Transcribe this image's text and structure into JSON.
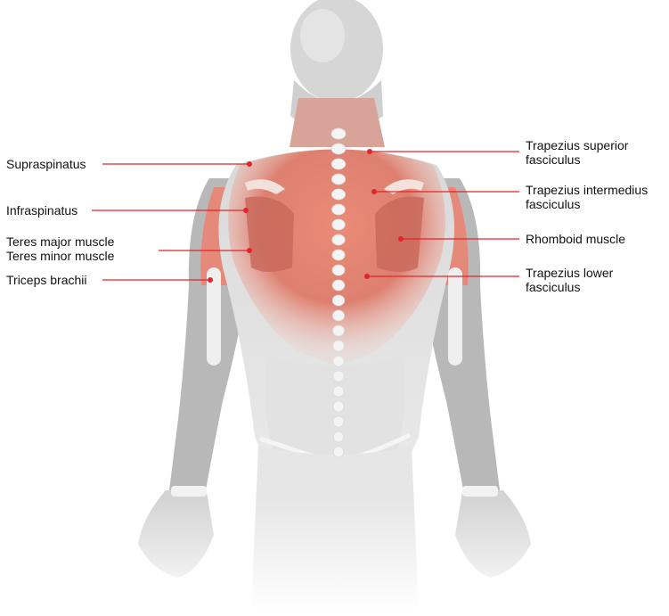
{
  "diagram": {
    "subject": "",
    "accent_color": "#e0262b",
    "labels_left": [
      {
        "id": "supraspinatus",
        "lines": [
          "Supraspinatus"
        ]
      },
      {
        "id": "infraspinatus",
        "lines": [
          "Infraspinatus"
        ]
      },
      {
        "id": "teres-major",
        "lines": [
          "Teres major muscle"
        ]
      },
      {
        "id": "teres-minor",
        "lines": [
          "Teres minor muscle"
        ]
      },
      {
        "id": "triceps",
        "lines": [
          "Triceps brachii"
        ]
      }
    ],
    "labels_right": [
      {
        "id": "trap-superior",
        "lines": [
          "Trapezius superior",
          "fasciculus"
        ]
      },
      {
        "id": "trap-intermedius",
        "lines": [
          "Trapezius intermedius",
          "fasciculus"
        ]
      },
      {
        "id": "rhomboid",
        "lines": [
          "Rhomboid muscle"
        ]
      },
      {
        "id": "trap-lower",
        "lines": [
          "Trapezius lower",
          "fasciculus"
        ]
      }
    ]
  }
}
